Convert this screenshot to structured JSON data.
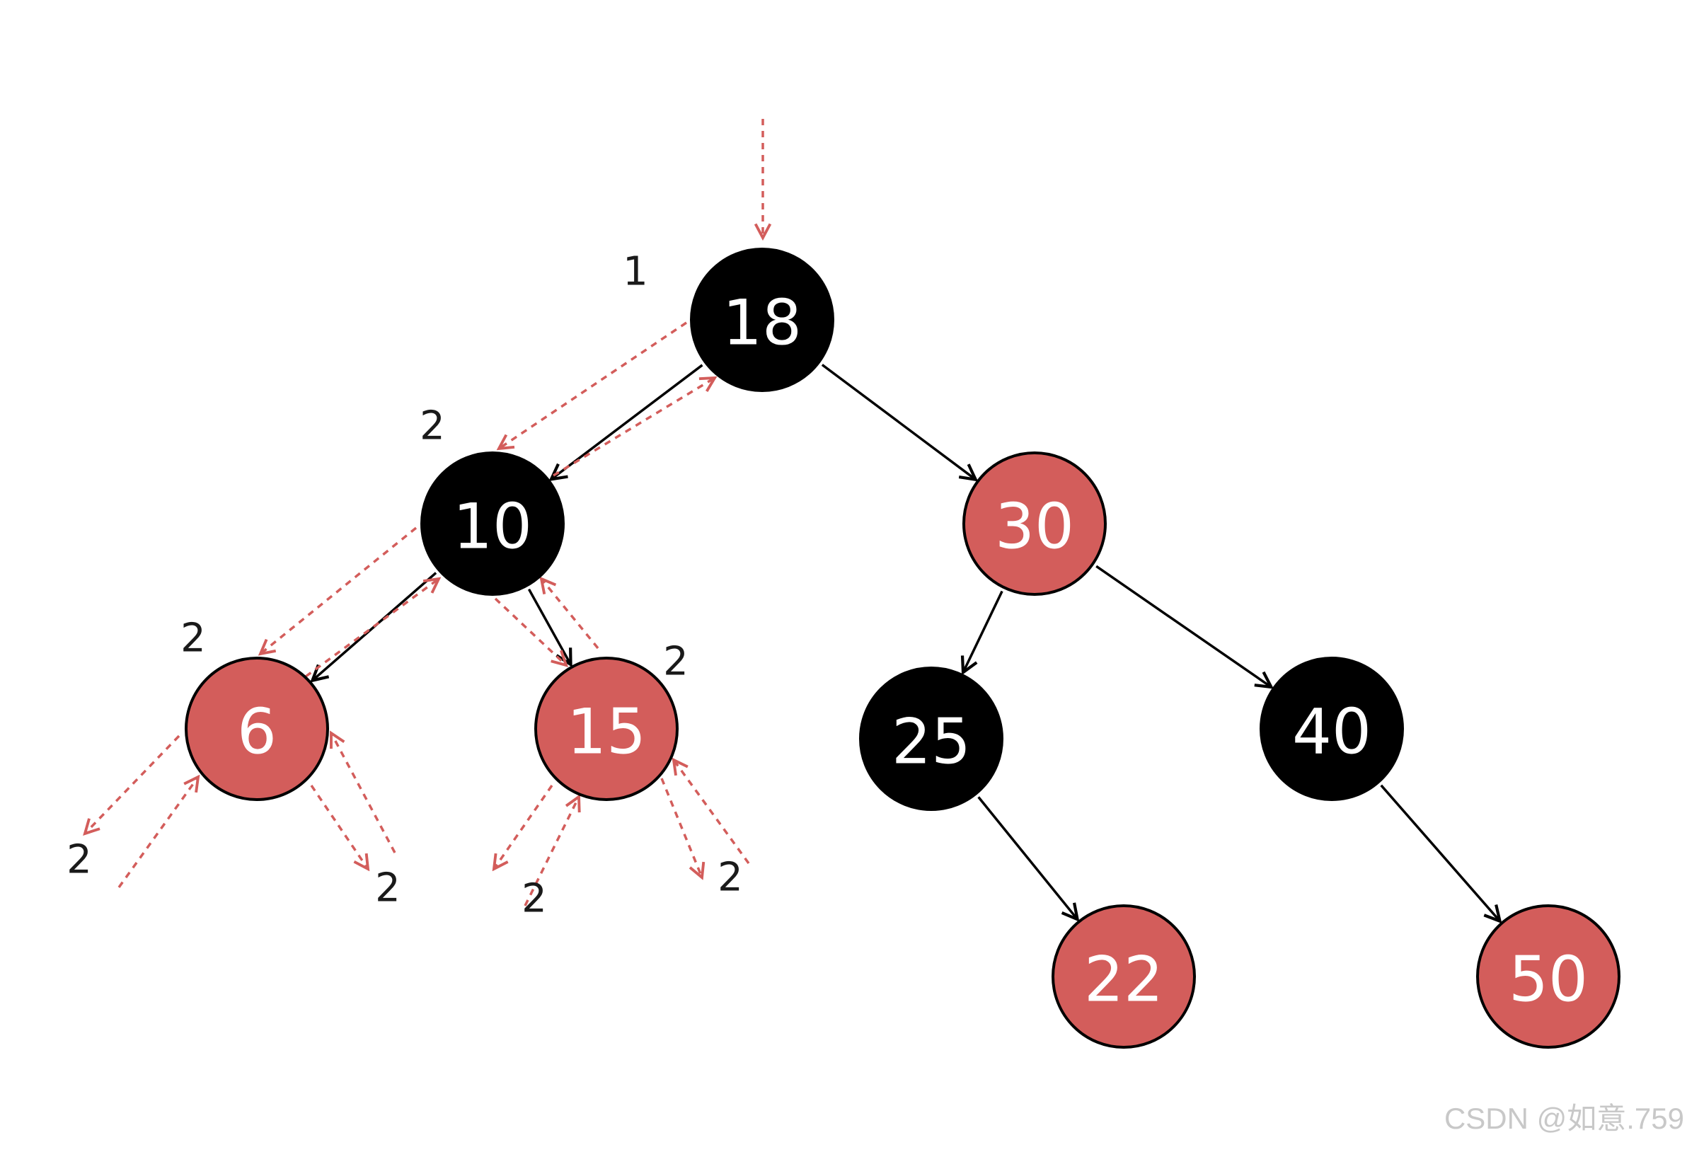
{
  "colors": {
    "black_node": "#000000",
    "red_node": "#d35d5b",
    "edge": "#000000",
    "path": "#d35d5b",
    "node_text": "#ffffff",
    "count_text": "#1a1a1a"
  },
  "nodes": [
    {
      "id": "n18",
      "label": "18",
      "color": "black"
    },
    {
      "id": "n10",
      "label": "10",
      "color": "black"
    },
    {
      "id": "n30",
      "label": "30",
      "color": "red"
    },
    {
      "id": "n6",
      "label": "6",
      "color": "red"
    },
    {
      "id": "n15",
      "label": "15",
      "color": "red"
    },
    {
      "id": "n25",
      "label": "25",
      "color": "black"
    },
    {
      "id": "n40",
      "label": "40",
      "color": "black"
    },
    {
      "id": "n22",
      "label": "22",
      "color": "red"
    },
    {
      "id": "n50",
      "label": "50",
      "color": "red"
    }
  ],
  "edges": [
    {
      "from": "n18",
      "to": "n10"
    },
    {
      "from": "n18",
      "to": "n30"
    },
    {
      "from": "n10",
      "to": "n6"
    },
    {
      "from": "n10",
      "to": "n15"
    },
    {
      "from": "n30",
      "to": "n25"
    },
    {
      "from": "n30",
      "to": "n40"
    },
    {
      "from": "n25",
      "to": "n22"
    },
    {
      "from": "n40",
      "to": "n50"
    }
  ],
  "black_counts": [
    {
      "id": "c18",
      "text": "1"
    },
    {
      "id": "c10",
      "text": "2"
    },
    {
      "id": "c6",
      "text": "2"
    },
    {
      "id": "c15",
      "text": "2"
    },
    {
      "id": "c6L",
      "text": "2"
    },
    {
      "id": "c6R",
      "text": "2"
    },
    {
      "id": "c15L",
      "text": "2"
    },
    {
      "id": "c15R",
      "text": "2"
    }
  ],
  "watermark": "CSDN @如意.759"
}
